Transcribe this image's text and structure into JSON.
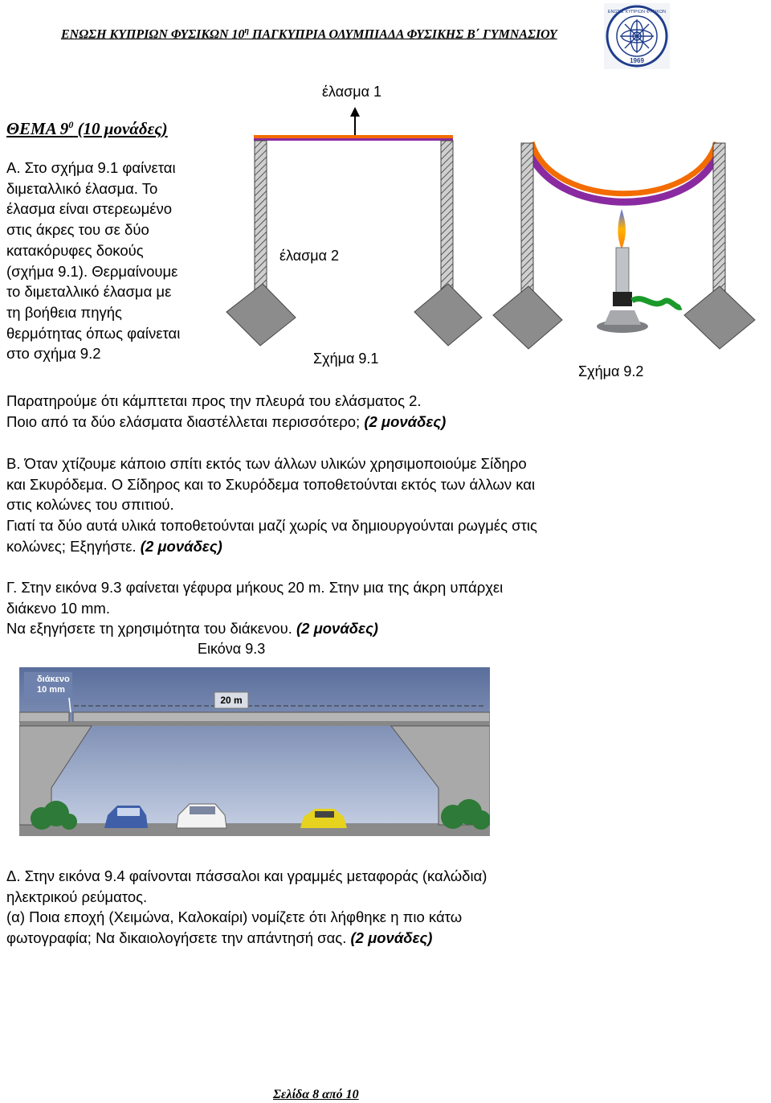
{
  "header": {
    "title": "ΕΝΩΣΗ ΚΥΠΡΙΩΝ ΦΥΣΙΚΩΝ 10",
    "title_sup": "η",
    "title_rest": " ΠΑΓΚΥΠΡΙΑ ΟΛΥΜΠΙΑΔΑ ΦΥΣΙΚΗΣ Β΄ ΓΥΜΝΑΣΙΟΥ",
    "logo_text": "ΕΝΩΣΙΣ ΚΥΠΡΙΩΝ ΦΥΣΙΚΩΝ",
    "logo_year": "1969"
  },
  "theme": {
    "title": "ΘΕΜΑ 9",
    "sup": "0",
    "points": " (10 μονάδες)"
  },
  "partA": {
    "lines": [
      "Α. Στο σχήμα 9.1 φαίνεται",
      "διμεταλλικό  έλασμα. Το",
      "έλασμα είναι  στερεωμένο",
      "στις  άκρες  του  σε  δύο",
      "κατακόρυφες  δοκούς",
      "(σχήμα 9.1).  Θερμαίνουμε",
      "το  διμεταλλικό έλασμα με",
      "τη  βοήθεια πηγής",
      "θερμότητας  όπως  φαίνεται",
      "στο  σχήμα  9.2"
    ],
    "observe": "Παρατηρούμε  ότι  κάμπτεται  προς  την  πλευρά  του  ελάσματος  2.",
    "question": "Ποιο  από  τα  δύο  ελάσματα διαστέλλεται  περισσότερο; ",
    "points": "(2  μονάδες)"
  },
  "fig91": {
    "label1": "έλασμα 1",
    "label2": "έλασμα 2",
    "caption": "Σχήμα  9.1"
  },
  "fig92": {
    "caption": "Σχήμα  9.2"
  },
  "partB": {
    "lines": [
      "Β. Όταν  χτίζουμε  κάποιο  σπίτι  εκτός  των  άλλων  υλικών  χρησιμοποιούμε Σίδηρο",
      "και  Σκυρόδεμα. Ο  Σίδηρος  και  το  Σκυρόδεμα τοποθετούνται  εκτός  των  άλλων  και",
      "στις  κολώνες  του  σπιτιού.",
      "Γιατί  τα  δύο  αυτά  υλικά  τοποθετούνται  μαζί  χωρίς να  δημιουργούνται ρωγμές στις"
    ],
    "last": "κολώνες; Εξηγήστε. ",
    "points": "(2 μονάδες)"
  },
  "partC": {
    "line1": "Γ. Στην  εικόνα  9.3  φαίνεται  γέφυρα  μήκους  20 m. Στην  μια  της  άκρη υπάρχει",
    "line2": "διάκενο  10 mm.",
    "line3": "Να  εξηγήσετε τη  χρησιμότητα  του  διάκενου. ",
    "points": "(2  μονάδες)",
    "caption": "Εικόνα  9.3"
  },
  "bridge": {
    "gap_label1": "διάκενο",
    "gap_label2": "10 mm",
    "length_label": "20 m"
  },
  "partD": {
    "line1": "Δ. Στην  εικόνα  9.4  φαίνονται  πάσσαλοι  και  γραμμές  μεταφοράς (καλώδια)",
    "line2": "ηλεκτρικού  ρεύματος.",
    "line3": "(α) Ποια  εποχή (Χειμώνα, Καλοκαίρι)  νομίζετε  ότι  λήφθηκε  η  πιο  κάτω",
    "line4": "φωτογραφία; Να  δικαιολογήσετε  την  απάντησή  σας. ",
    "points": "(2 μονάδες)"
  },
  "footer": {
    "text": "Σελίδα  8  από  10"
  },
  "colors": {
    "strip_top": "#f26c00",
    "strip_bottom": "#8a2aa0",
    "sky_top": "#5a6e9c",
    "sky_bottom": "#c9d3e6"
  }
}
